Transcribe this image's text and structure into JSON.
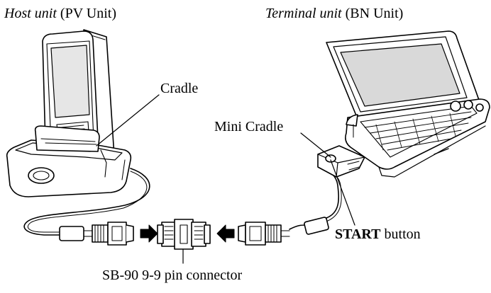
{
  "labels": {
    "host_unit": {
      "italic": "Host unit",
      "rest": "(PV Unit)"
    },
    "terminal_unit": {
      "italic": "Terminal unit",
      "rest": "(BN Unit)"
    },
    "cradle": "Cradle",
    "mini_cradle": "Mini Cradle",
    "start_button": {
      "bold": "START",
      "rest": "button"
    },
    "connector": "SB-90 9-9 pin connector"
  },
  "colors": {
    "ink": "#000000",
    "paper": "#ffffff",
    "screen_gray": "#d9d9d9"
  }
}
